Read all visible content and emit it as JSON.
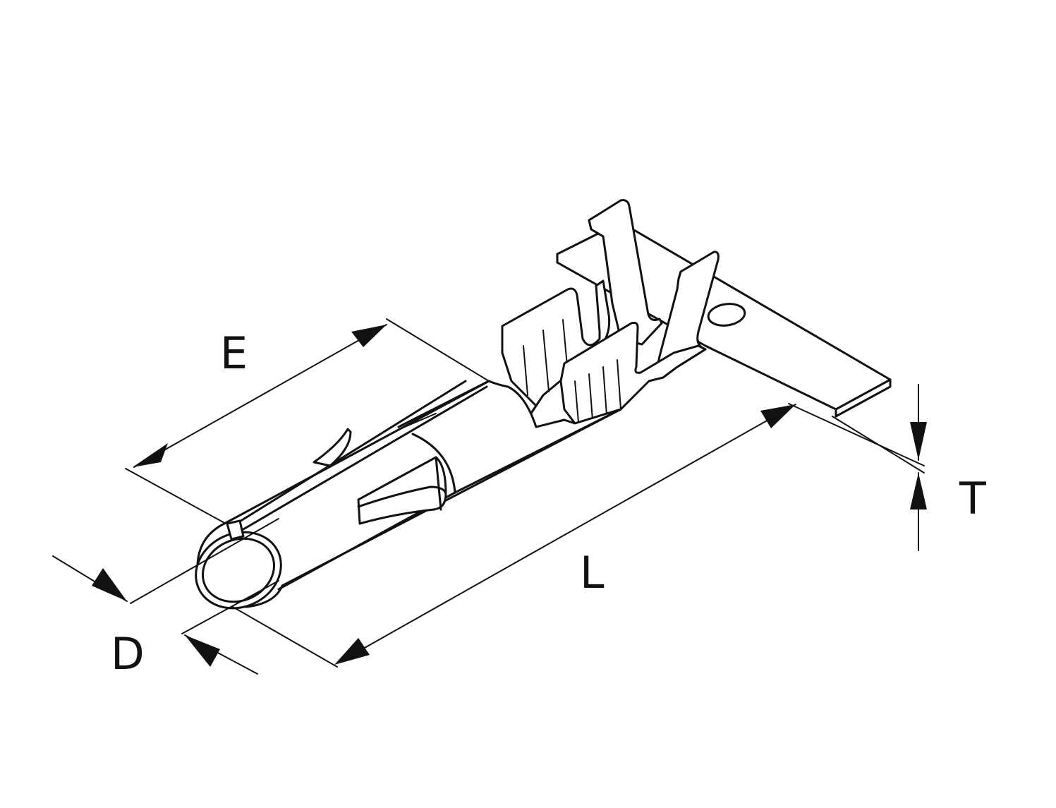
{
  "dimensions": {
    "E": "E",
    "L": "L",
    "D": "D",
    "T": "T"
  },
  "colors": {
    "line": "#111111",
    "background": "#ffffff"
  }
}
